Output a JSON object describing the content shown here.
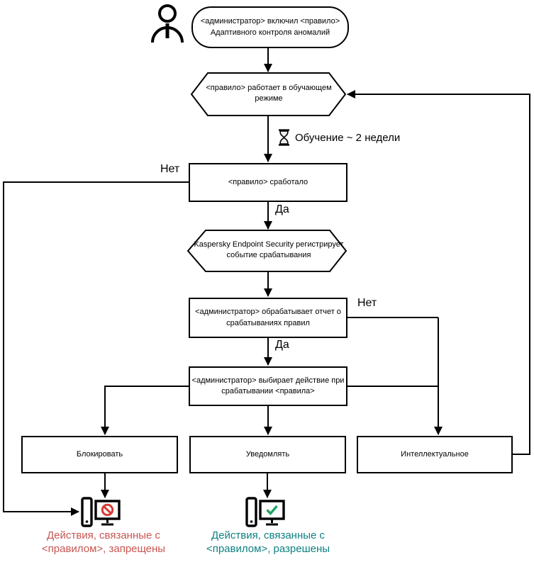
{
  "diagram_title": "Adaptive Anomaly Control rule flow",
  "nodes": {
    "start": {
      "lines": [
        "<администратор> включил <правило>",
        "Адаптивного контроля аномалий"
      ]
    },
    "learning_mode": {
      "lines": [
        "<правило>  работает в обучающем",
        "режиме"
      ]
    },
    "rule_triggered": {
      "lines": [
        "<правило> сработало"
      ]
    },
    "kes_registers": {
      "lines": [
        "Kaspersky Endpoint Security регистрирует",
        "событие срабатывания"
      ]
    },
    "admin_report": {
      "lines": [
        "<администратор> обрабатывает отчет о",
        "срабатываниях правил"
      ]
    },
    "admin_action": {
      "lines": [
        "<администратор> выбирает действие при",
        "срабатывании <правила>"
      ]
    },
    "block": {
      "label": "Блокировать"
    },
    "notify": {
      "label": "Уведомлять"
    },
    "smart": {
      "label": "Интеллектуальное"
    }
  },
  "labels": {
    "no1": "Нет",
    "yes1": "Да",
    "no2": "Нет",
    "yes2": "Да",
    "training": "Обучение ~ 2 недели"
  },
  "outcomes": {
    "blocked": {
      "lines": [
        "Действия, связанные с",
        "<правилом>, запрещены"
      ],
      "color": "#c75652"
    },
    "allowed": {
      "lines": [
        "Действия, связанные с",
        "<правилом>, разрешены"
      ],
      "color": "#0e8181"
    }
  },
  "icons": {
    "person": "person-icon",
    "hourglass": "hourglass-icon",
    "blocked_device": "prohibition-monitor-icon",
    "allowed_device": "checkmark-monitor-icon"
  },
  "colors": {
    "line": "#000000",
    "prohibition_red": "#d93a32",
    "check_green": "#21a366",
    "blocked_text": "#c75652",
    "allowed_text": "#0e8181"
  }
}
